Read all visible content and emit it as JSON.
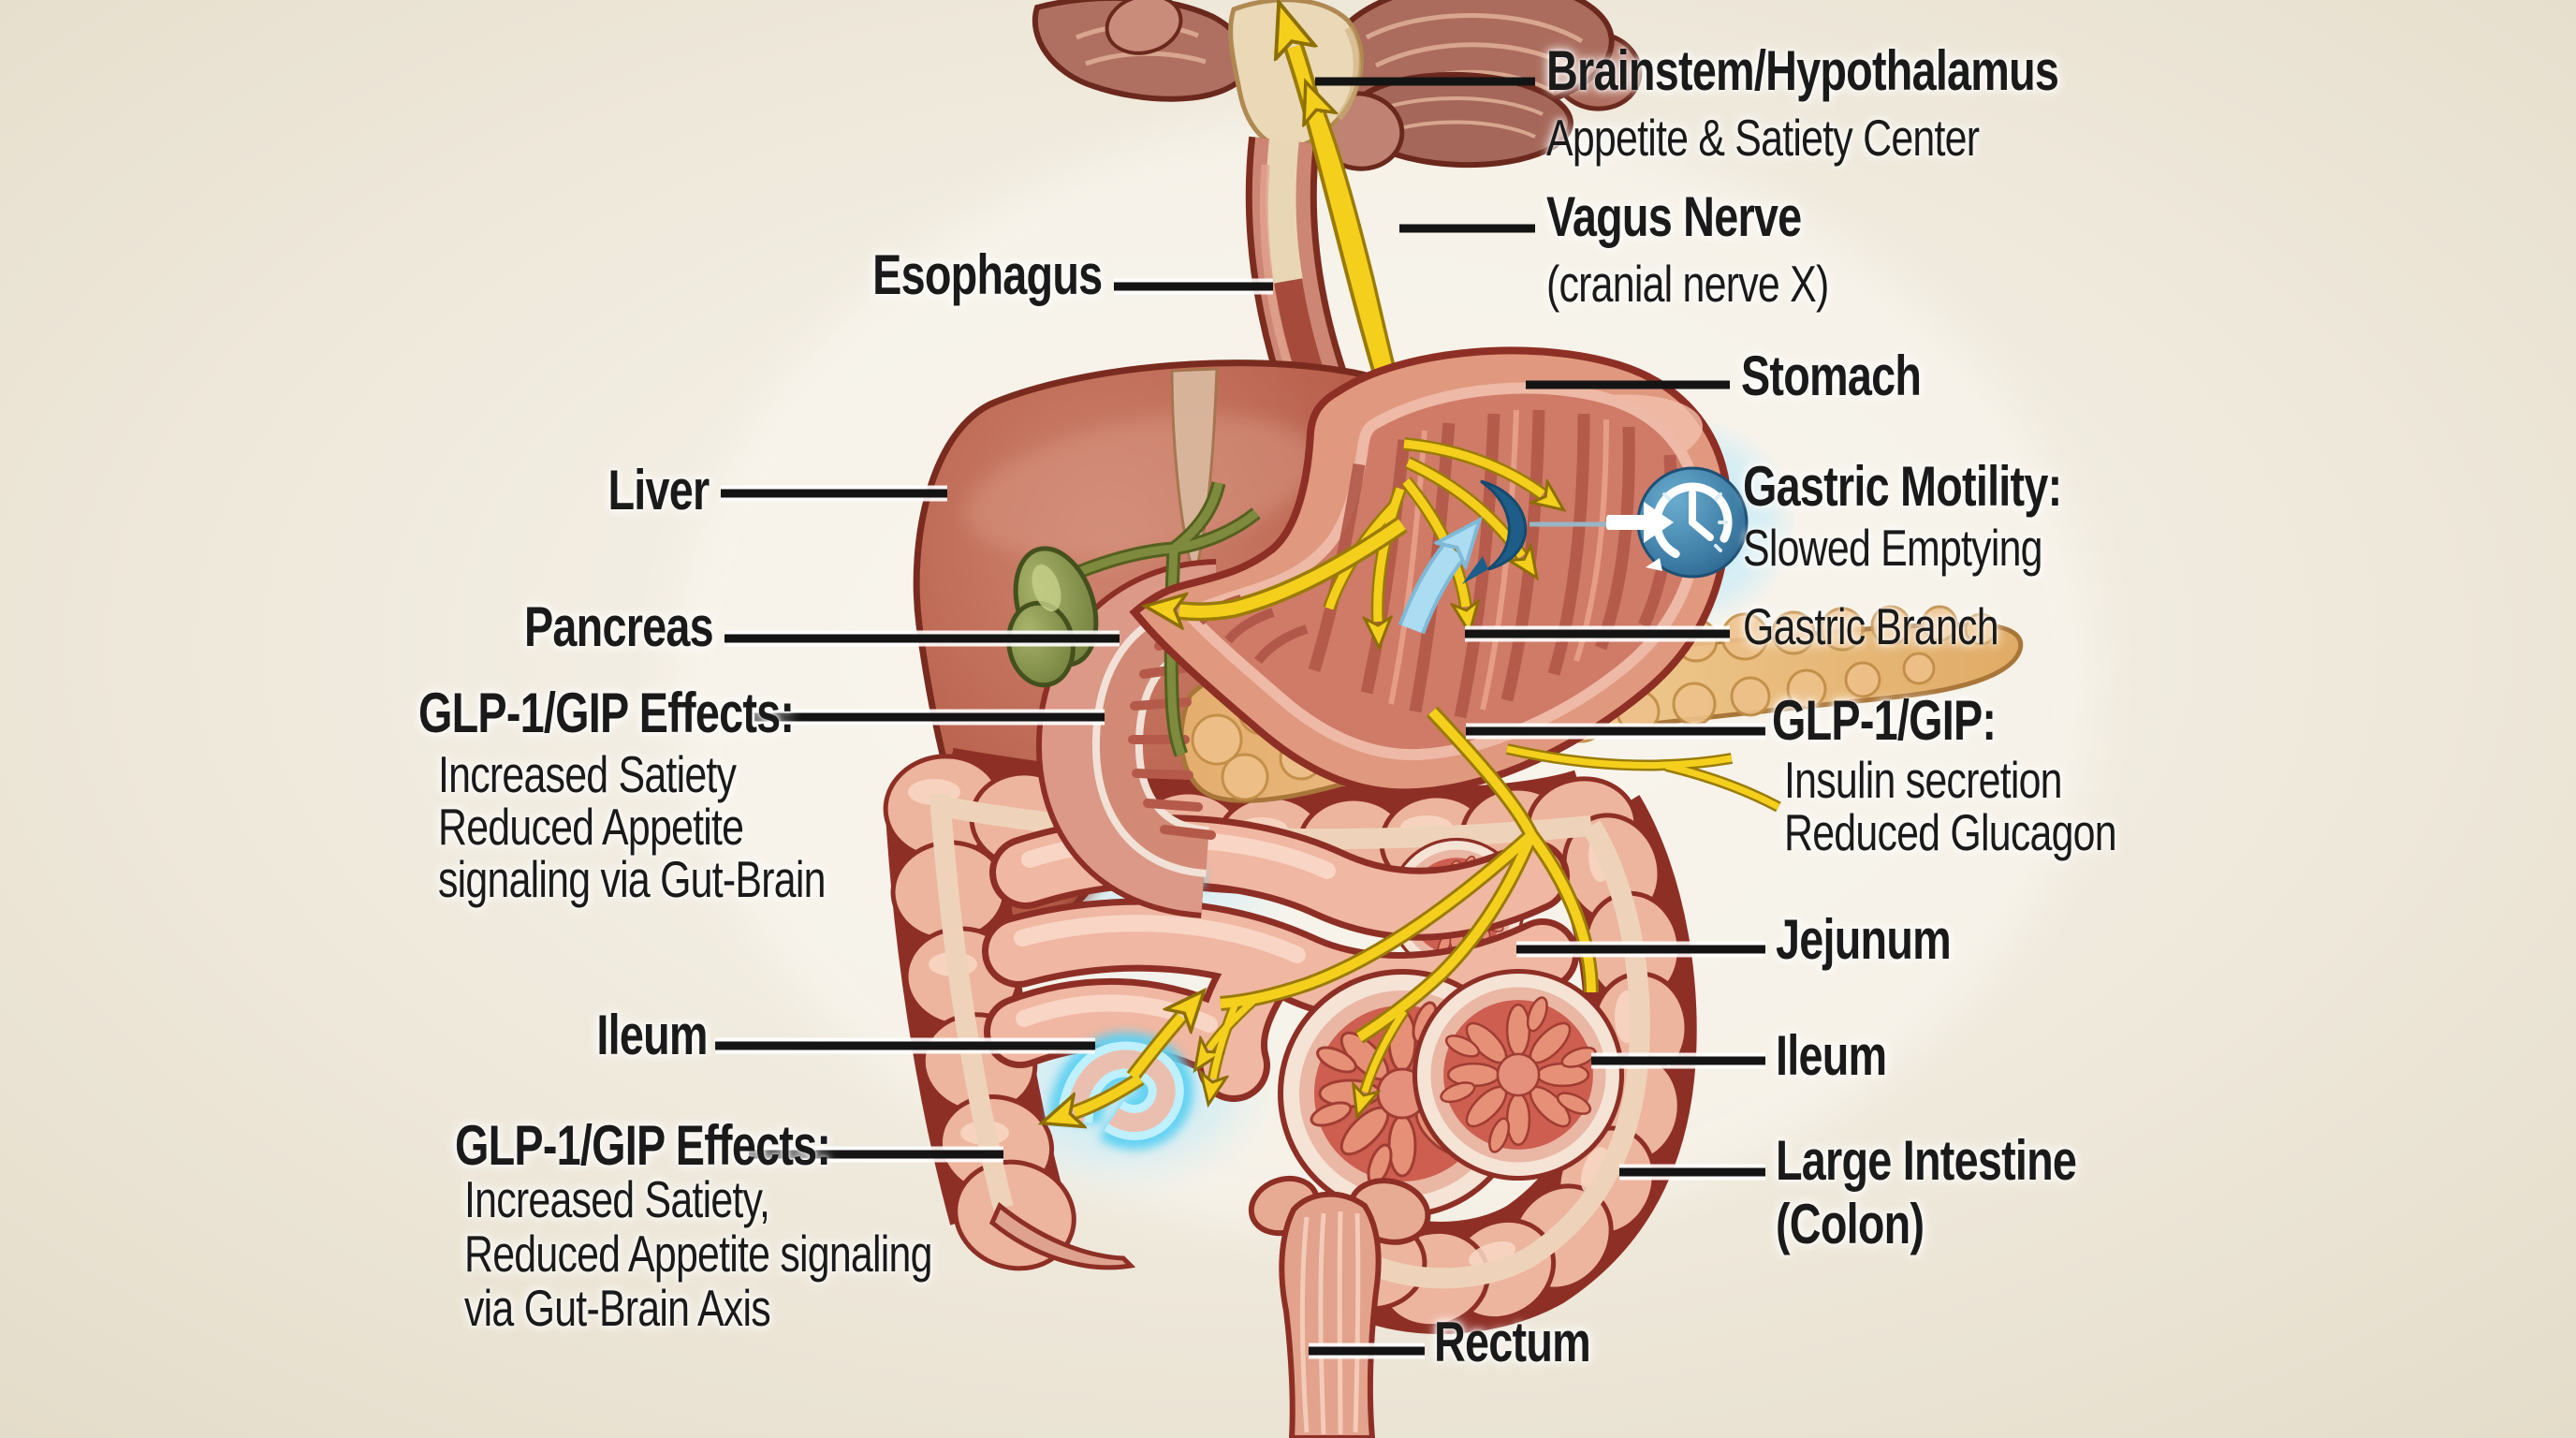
{
  "figure": {
    "type": "medical-illustration",
    "subject": "GLP-1/GIP effects on the digestive system and gut-brain axis"
  },
  "colors": {
    "background": "#efe8da",
    "label_text": "#1a1a1a",
    "leader_line": "#141414",
    "nerve_yellow": "#f4d01d",
    "highlight_cyan": "#7fd8f2",
    "clock_blue": "#2e6f9e",
    "liver_red": "#b45a48",
    "stomach_pink": "#d9917f",
    "pancreas_tan": "#e7b97c",
    "intestine_pink": "#eeb09b",
    "gallbladder_olive": "#8a9452",
    "villi_red": "#cd5e50"
  },
  "icons": {
    "clock": "slowed-gastric-emptying-clock-icon"
  },
  "labels": {
    "brainstem": {
      "title": "Brainstem/Hypothalamus",
      "subtitle": "Appetite & Satiety Center"
    },
    "vagus_nerve": {
      "title": "Vagus Nerve",
      "subtitle": "(cranial nerve X)"
    },
    "esophagus": {
      "title": "Esophagus"
    },
    "stomach": {
      "title": "Stomach"
    },
    "gastric_motility": {
      "title": "Gastric Motility:",
      "subtitle": "Slowed Emptying"
    },
    "gastric_branch": {
      "title": "Gastric Branch"
    },
    "glp1_gip_right": {
      "title": "GLP-1/GIP:",
      "lines": [
        "Insulin secretion",
        "Reduced Glucagon"
      ]
    },
    "liver": {
      "title": "Liver"
    },
    "pancreas": {
      "title": "Pancreas"
    },
    "glp1_effects_upper": {
      "title": "GLP-1/GIP Effects:",
      "lines": [
        "Increased Satiety",
        "Reduced Appetite",
        "signaling via Gut-Brain"
      ]
    },
    "ileum_left": {
      "title": "Ileum"
    },
    "glp1_effects_lower": {
      "title": "GLP-1/GIP Effects:",
      "lines": [
        "Increased Satiety,",
        "Reduced Appetite signaling",
        "via Gut-Brain Axis"
      ]
    },
    "jejunum": {
      "title": "Jejunum"
    },
    "ileum_right": {
      "title": "Ileum"
    },
    "large_intestine": {
      "title": "Large Intestine",
      "subtitle": "(Colon)"
    },
    "rectum": {
      "title": "Rectum"
    }
  }
}
